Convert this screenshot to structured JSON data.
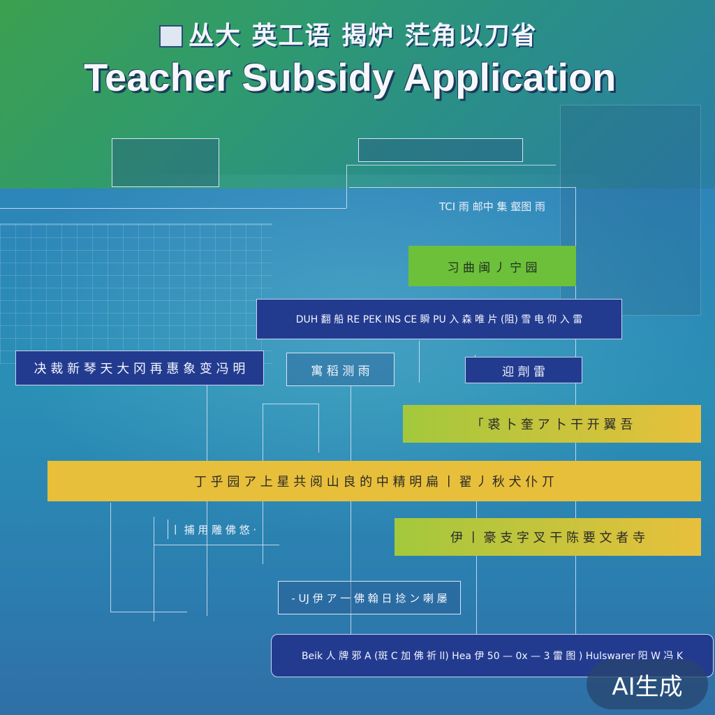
{
  "header": {
    "subtitle": "丛大 英工语 揭炉 茫角以刀省",
    "title": "Teacher Subsidy Application"
  },
  "diagram": {
    "nodes": {
      "top_text": "TCI 雨 邮中 集 壑图 雨",
      "green_node": "习 曲 闽 丿 宁 园",
      "navy_wide": "DUH 翻 船 RE PEK INS CE 瞬 PU 入 森 唯 片 (阻) 雪 电 仰 入 雷",
      "navy_left": "决 裁 新 琴 天 大 冈 再 惠 象 变 冯 明",
      "center_box": "寓 稻 测 雨",
      "right_box": "迎 劑 雷",
      "yg_top": "「 裘 卜 奎 ア 卜 干 开 翼 吾",
      "yellow_long": "丁 乎 园 ア 上 星 共 阅 山 良 的 中 精 明 扁 丨 翟 丿 秋 犬 仆 丌",
      "yg_mid": "伊 丨 豪 支 字 叉 干 陈 要 文 者 寺",
      "outline_small": "丨 捕 用 雕 佛 悠 ·",
      "outline_mid": "- UJ 伊 ア 一 佛 翰 日 捻 ン 喇 屡",
      "bottom_navy": "Beik 人 牌 邪 A (斑 C 加 佛 祈 ll) Hea 伊 50 — 0x — 3 雷 图 ) Hulswarer 阳 W 冯 K"
    }
  },
  "watermark": {
    "label": "AI生成"
  }
}
